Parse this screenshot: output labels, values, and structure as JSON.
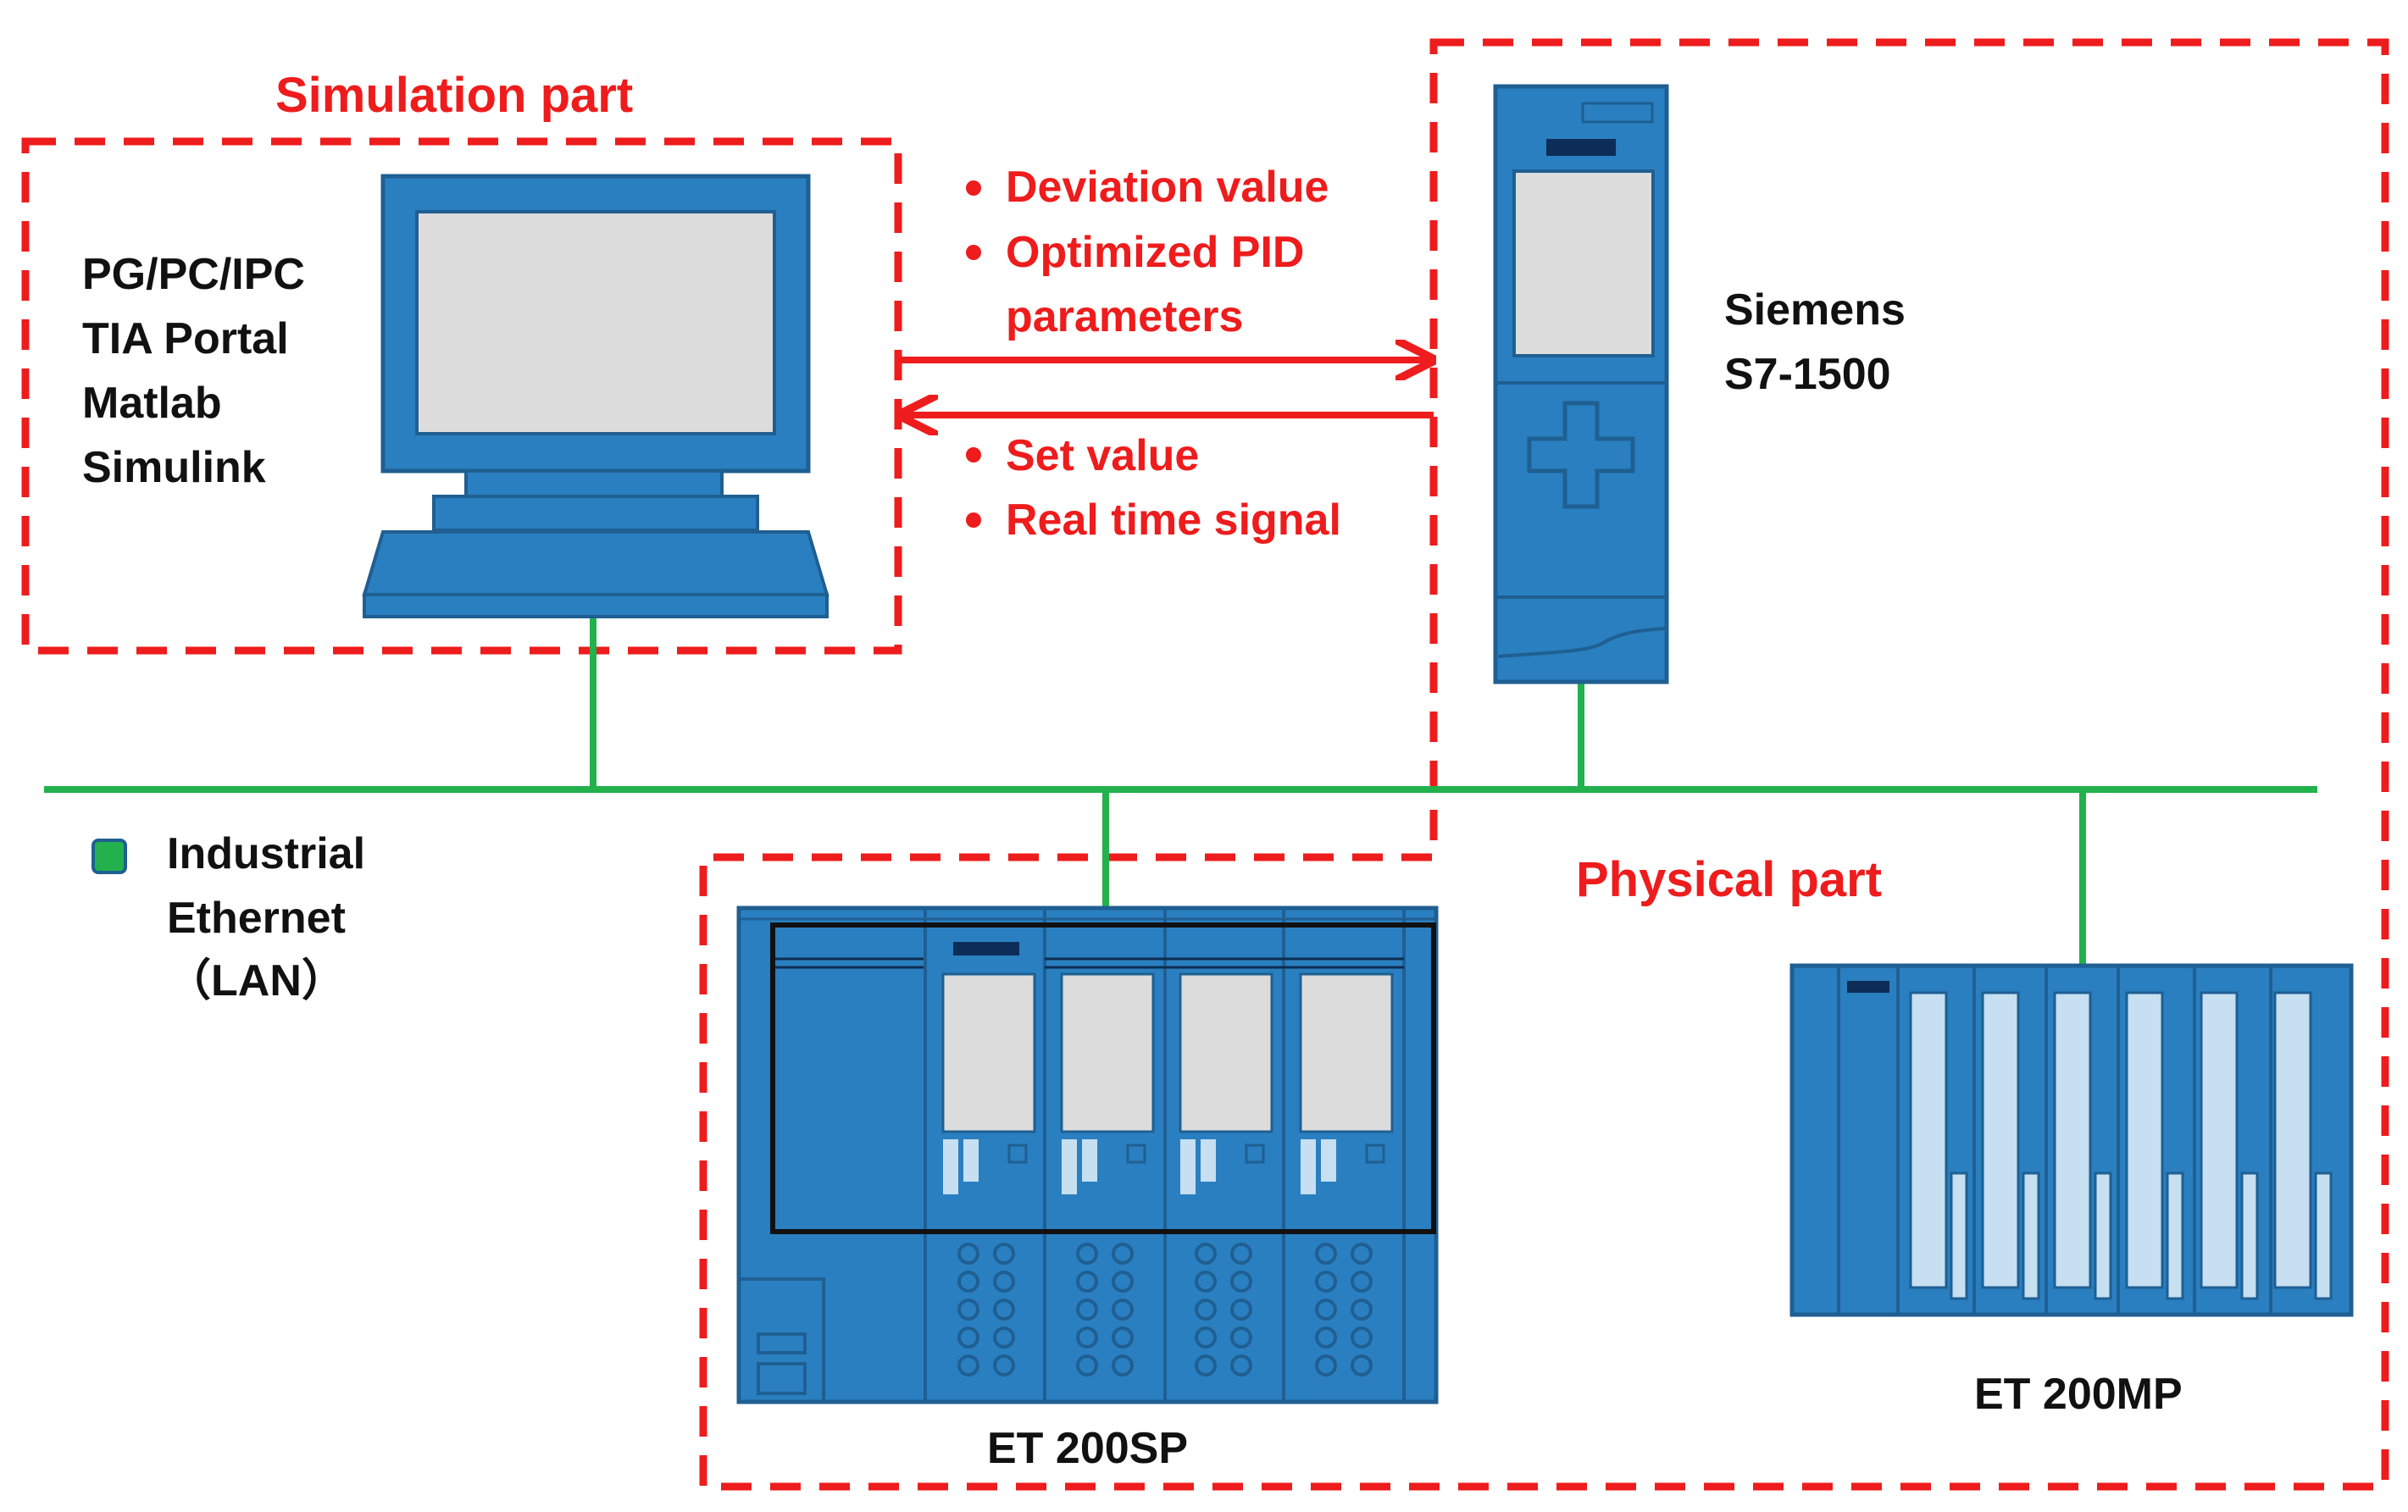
{
  "colors": {
    "dashed_border": "#ee1c1c",
    "arrow": "#ee1c1c",
    "red_text": "#ee1c1c",
    "network_line": "#22b14c",
    "device_blue": "#2a7fc0",
    "device_outline": "#1f5f92",
    "screen_gray": "#dcdcdc",
    "slot_light": "#c6dff1"
  },
  "simulation": {
    "title": "Simulation part",
    "pc_labels": [
      "PG/PC/IPC",
      "TIA Portal",
      "Matlab",
      "Simulink"
    ],
    "pc_icon": "computer-icon"
  },
  "plc": {
    "labels": [
      "Siemens",
      "S7-1500"
    ],
    "icon": "plc-controller-icon"
  },
  "arrows": {
    "to_plc_items": [
      "Deviation value",
      "Optimized PID",
      "parameters"
    ],
    "to_pc_items": [
      "Set value",
      "Real time signal"
    ]
  },
  "network": {
    "legend_lines": [
      "Industrial",
      "Ethernet",
      "（LAN）"
    ],
    "legend_icon": "green-square-icon"
  },
  "physical": {
    "title": "Physical part",
    "et200sp_label": "ET 200SP",
    "et200mp_label": "ET 200MP"
  }
}
